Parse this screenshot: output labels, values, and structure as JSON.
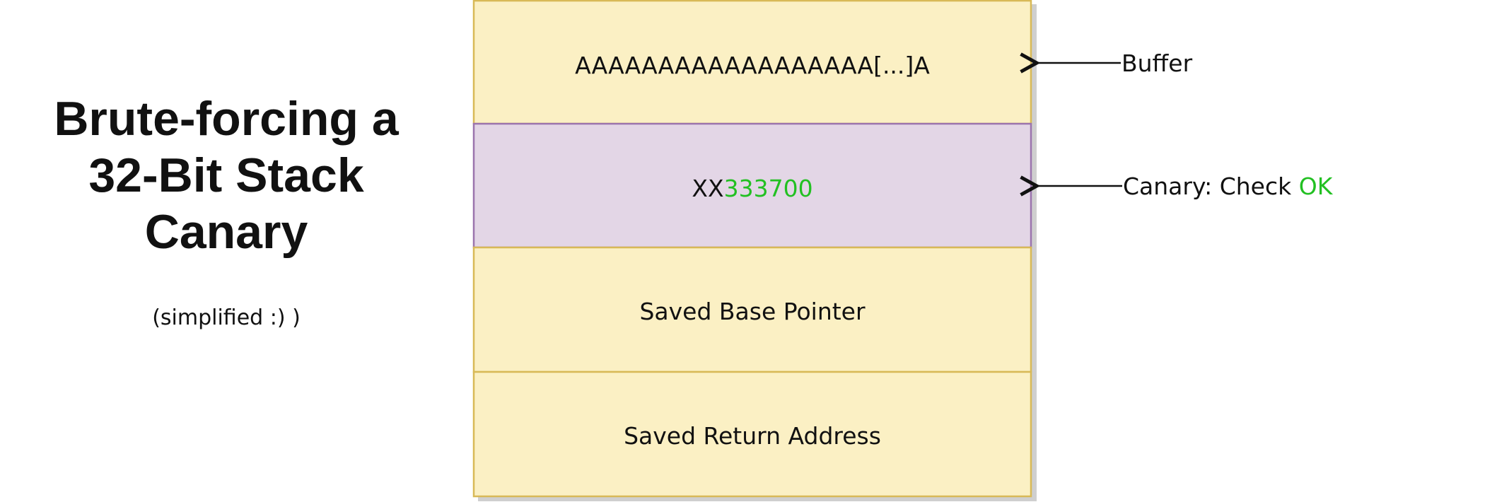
{
  "title": {
    "line1": "Brute-forcing a",
    "line2": "32-Bit Stack",
    "line3": "Canary"
  },
  "subtitle": "(simplified :) )",
  "colors": {
    "block_fill": "#fbf0c4",
    "block_border": "#d8b957",
    "canary_fill": "#e3d6e6",
    "canary_border": "#9b74ad",
    "shadow": "#cfcfcf",
    "ok_green": "#22c022",
    "text": "#111111"
  },
  "stack": {
    "buffer": {
      "text": "AAAAAAAAAAAAAAAAAA[...]A"
    },
    "canary": {
      "prefix": "XX",
      "value": "333700"
    },
    "saved_base_pointer": {
      "text": "Saved Base Pointer"
    },
    "saved_return_address": {
      "text": "Saved Return Address"
    }
  },
  "annotations": {
    "buffer": {
      "text": "Buffer"
    },
    "canary": {
      "label": "Canary: Check ",
      "status": "OK"
    }
  }
}
